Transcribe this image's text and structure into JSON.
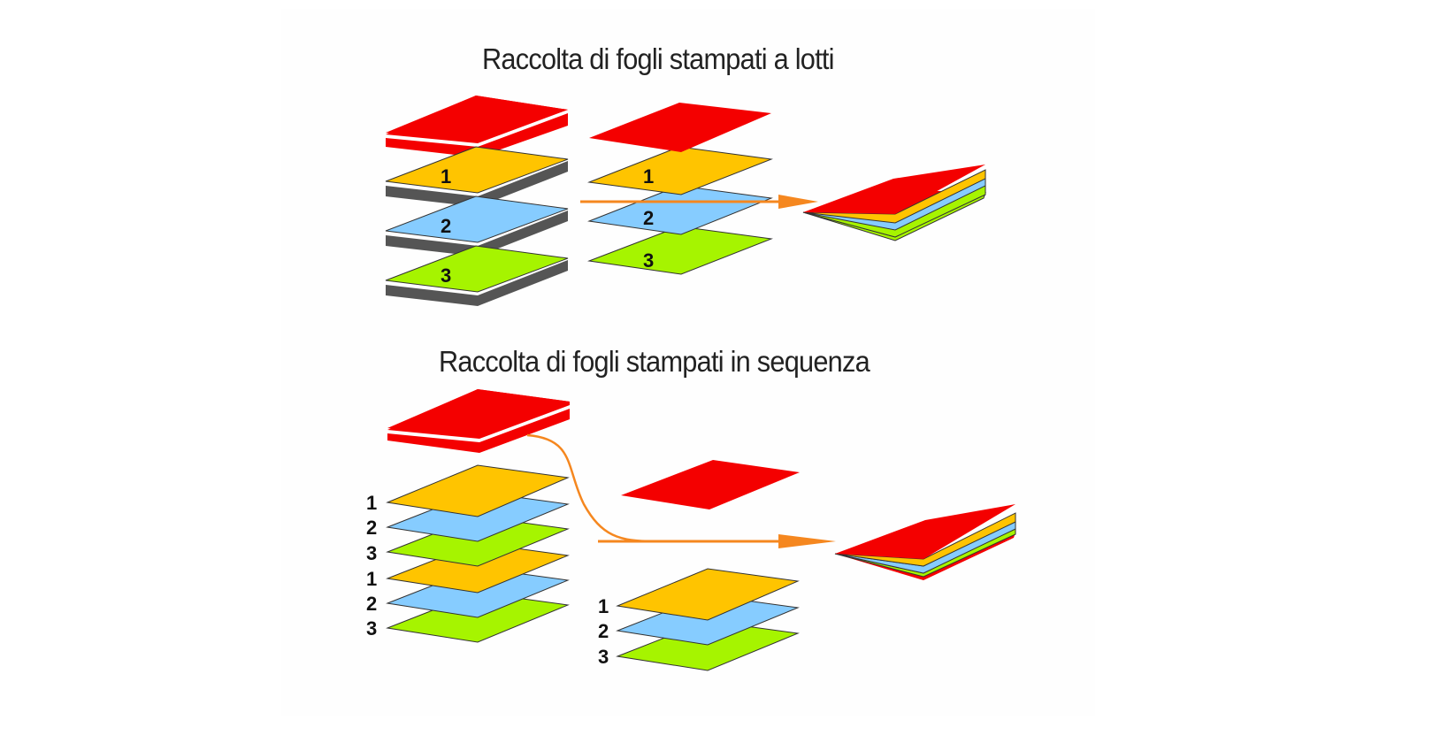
{
  "diagram": {
    "titles": {
      "batch": "Raccolta di fogli stampati a lotti",
      "sequence": "Raccolta di fogli stampati in sequenza"
    },
    "colors": {
      "cover": "#f40000",
      "sheet_1": "#ffc400",
      "sheet_2": "#86ccff",
      "sheet_3": "#a6f400",
      "stack_edge": "#555555",
      "arrow": "#f5871f"
    },
    "batch_section": {
      "stacks": [
        {
          "label": "cover",
          "number": ""
        },
        {
          "label": "sheet",
          "number": "1"
        },
        {
          "label": "sheet",
          "number": "2"
        },
        {
          "label": "sheet",
          "number": "3"
        }
      ],
      "collected_sheets": [
        "1",
        "2",
        "3"
      ],
      "result": "folded booklet"
    },
    "sequence_section": {
      "sequence_labels": [
        "1",
        "2",
        "3",
        "1",
        "2",
        "3"
      ],
      "collected_labels": [
        "1",
        "2",
        "3"
      ],
      "result": "folded booklet"
    }
  }
}
